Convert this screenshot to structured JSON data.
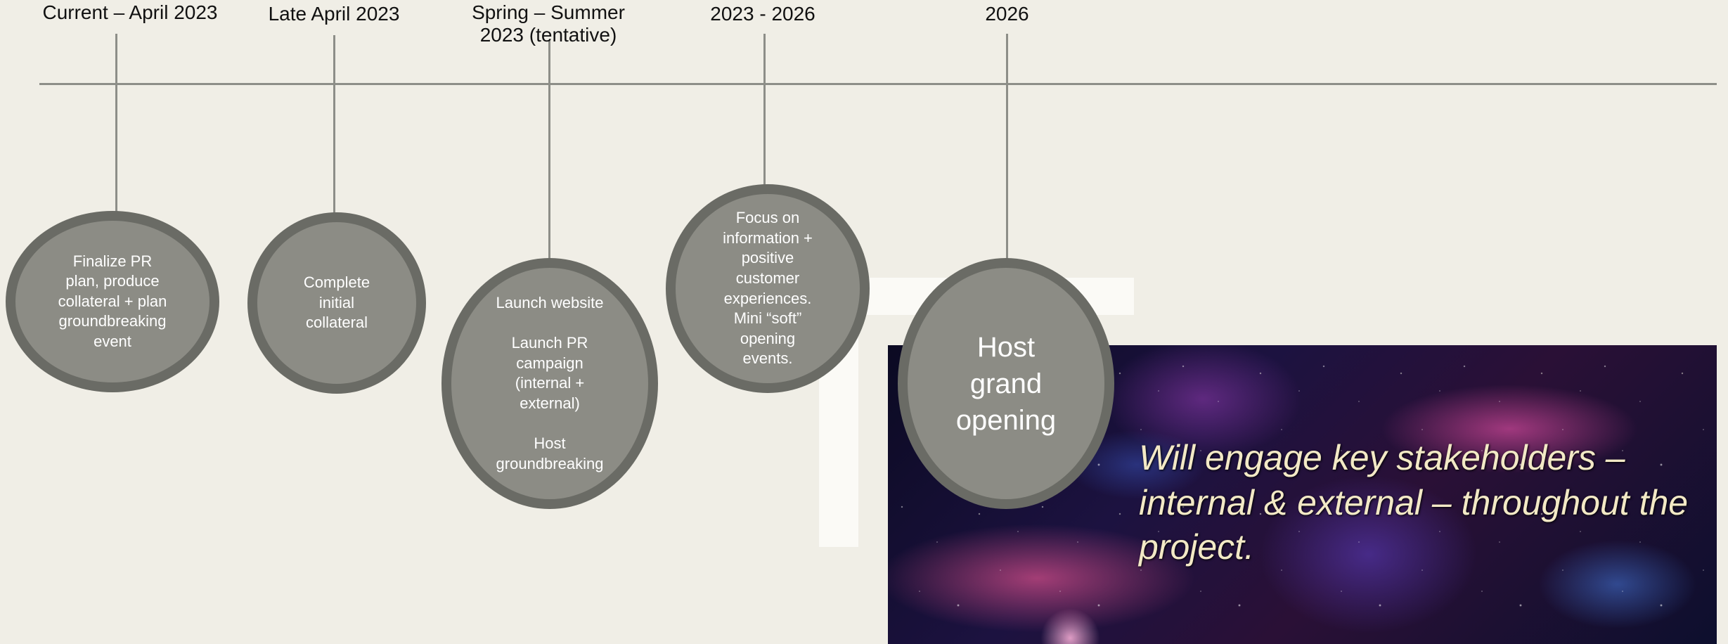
{
  "timeline": {
    "milestones": [
      {
        "date": "Current – April 2023",
        "text": "Finalize PR\nplan, produce\ncollateral + plan\ngroundbreaking\nevent"
      },
      {
        "date": "Late April 2023",
        "text": "Complete\ninitial\ncollateral"
      },
      {
        "date": "Spring – Summer\n2023 (tentative)",
        "text": "Launch website\n\nLaunch PR\ncampaign\n(internal +\nexternal)\n\nHost\ngroundbreaking"
      },
      {
        "date": "2023 - 2026",
        "text": "Focus on\ninformation +\npositive\ncustomer\nexperiences.\nMini “soft”\nopening\nevents."
      },
      {
        "date": "2026",
        "text": "Host\ngrand\nopening"
      }
    ]
  },
  "callout": {
    "quote": "Will engage key stakeholders – internal & external – throughout the project."
  },
  "colors": {
    "background": "#f0eee6",
    "node_fill": "#8c8c85",
    "node_border": "#6a6b65",
    "line": "#8d8e88",
    "quote_text": "#f3e9c6"
  }
}
